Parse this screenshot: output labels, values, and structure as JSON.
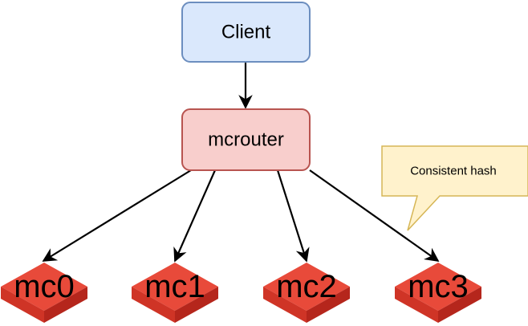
{
  "diagram": {
    "client": {
      "label": "Client",
      "fill": "#dae8fc",
      "stroke": "#6c8ebf"
    },
    "router": {
      "label": "mcrouter",
      "fill": "#f8cecc",
      "stroke": "#b85450"
    },
    "callout": {
      "label": "Consistent hash",
      "fill": "#fff2cc",
      "stroke": "#d6b656"
    },
    "servers": [
      {
        "label": "mc0"
      },
      {
        "label": "mc1"
      },
      {
        "label": "mc2"
      },
      {
        "label": "mc3"
      }
    ],
    "server_colors": {
      "top": "#e84a3a",
      "side": "#b5261c",
      "front": "#cf3426"
    },
    "edges": [
      {
        "from": "Client",
        "to": "mcrouter"
      },
      {
        "from": "mcrouter",
        "to": "mc0"
      },
      {
        "from": "mcrouter",
        "to": "mc1"
      },
      {
        "from": "mcrouter",
        "to": "mc2"
      },
      {
        "from": "mcrouter",
        "to": "mc3"
      }
    ]
  }
}
